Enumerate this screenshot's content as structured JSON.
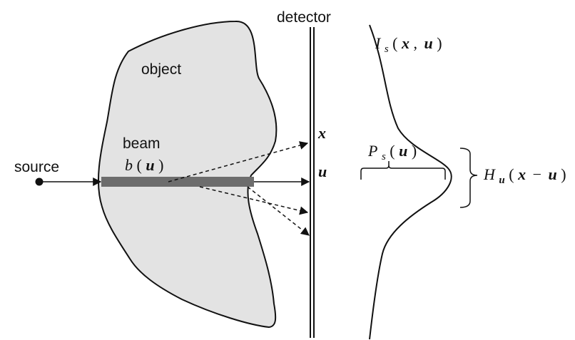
{
  "labels": {
    "detector": "detector",
    "object": "object",
    "beam": "beam",
    "source": "source",
    "x": "x",
    "u": "u"
  },
  "equations": {
    "intensity": {
      "symbol": "I",
      "subscript": "s",
      "open_paren": "(",
      "arg1": "x",
      "comma": ",",
      "arg2": "u",
      "close_paren": ")"
    },
    "beam_function": {
      "symbol": "b",
      "open_paren": "(",
      "arg": "u",
      "close_paren": ")"
    },
    "probability": {
      "symbol": "P",
      "subscript": "s",
      "open_paren": "(",
      "arg": "u",
      "close_paren": ")"
    },
    "response": {
      "symbol": "H",
      "subscript": "u",
      "open_paren": "(",
      "arg1": "x",
      "minus": "−",
      "arg2": "u",
      "close_paren": ")"
    }
  },
  "colors": {
    "object_fill": "#e3e3e3",
    "stroke": "#111111",
    "beam": "#6d6d6d",
    "background": "#ffffff"
  }
}
